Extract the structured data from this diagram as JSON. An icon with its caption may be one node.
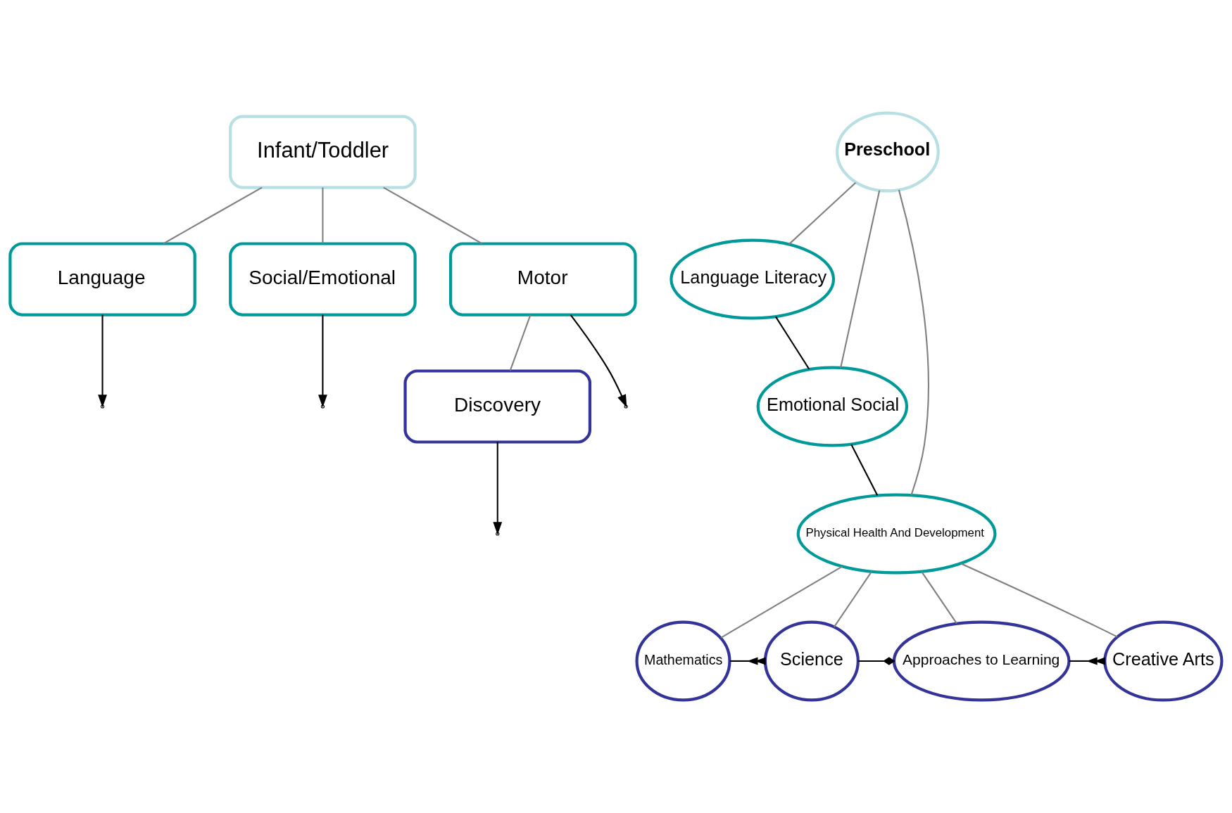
{
  "diagram": {
    "nodes": [
      {
        "text": [
          "Infant/Toddler"
        ]
      },
      {
        "text": [
          "Preschool"
        ]
      },
      {
        "text": [
          "Language"
        ]
      },
      {
        "text": [
          "Social/Emotional"
        ]
      },
      {
        "text": [
          "Motor"
        ]
      },
      {
        "text": [
          "Discovery"
        ]
      },
      {
        "text": [
          "Language Literacy"
        ]
      },
      {
        "text": [
          "Emotional Social"
        ]
      },
      {
        "text": [
          "Physical Health And Development"
        ]
      },
      {
        "text": [
          "Mathematics"
        ]
      },
      {
        "text": [
          "Science"
        ]
      },
      {
        "text": [
          "Approaches to Learning"
        ]
      },
      {
        "text": [
          "Creative Arts"
        ]
      }
    ],
    "edges": [
      {
        "from": 0,
        "to": 2,
        "arrow": "none"
      },
      {
        "from": 0,
        "to": 3,
        "arrow": "none"
      },
      {
        "from": 0,
        "to": 4,
        "arrow": "none"
      },
      {
        "from": 4,
        "to": 5,
        "arrow": "none"
      },
      {
        "from": 1,
        "to": 6,
        "arrow": "none"
      },
      {
        "from": 1,
        "to": 7,
        "arrow": "none"
      },
      {
        "from": 1,
        "to": 8,
        "arrow": "none"
      },
      {
        "from": 2,
        "to": null,
        "arrow": "to",
        "color": "#000000"
      },
      {
        "from": 3,
        "to": null,
        "arrow": "to",
        "color": "#000000"
      },
      {
        "from": 4,
        "to": null,
        "arrow": "to",
        "color": "#000000"
      },
      {
        "from": 5,
        "to": null,
        "arrow": "to",
        "color": "#000000"
      },
      {
        "from": 6,
        "to": 7,
        "arrow": "none",
        "color": "#000000"
      },
      {
        "from": 7,
        "to": 8,
        "arrow": "none",
        "color": "#000000"
      },
      {
        "from": 8,
        "to": 9,
        "arrow": "none"
      },
      {
        "from": 8,
        "to": 10,
        "arrow": "none"
      },
      {
        "from": 8,
        "to": 11,
        "arrow": "none"
      },
      {
        "from": 8,
        "to": 12,
        "arrow": "none"
      },
      {
        "from": 9,
        "to": 10,
        "arrow": "other",
        "color": "#000000"
      },
      {
        "from": 10,
        "to": 11,
        "arrow": "other",
        "color": "#000000"
      },
      {
        "from": 11,
        "to": 12,
        "arrow": "other",
        "color": "#000000"
      }
    ]
  }
}
